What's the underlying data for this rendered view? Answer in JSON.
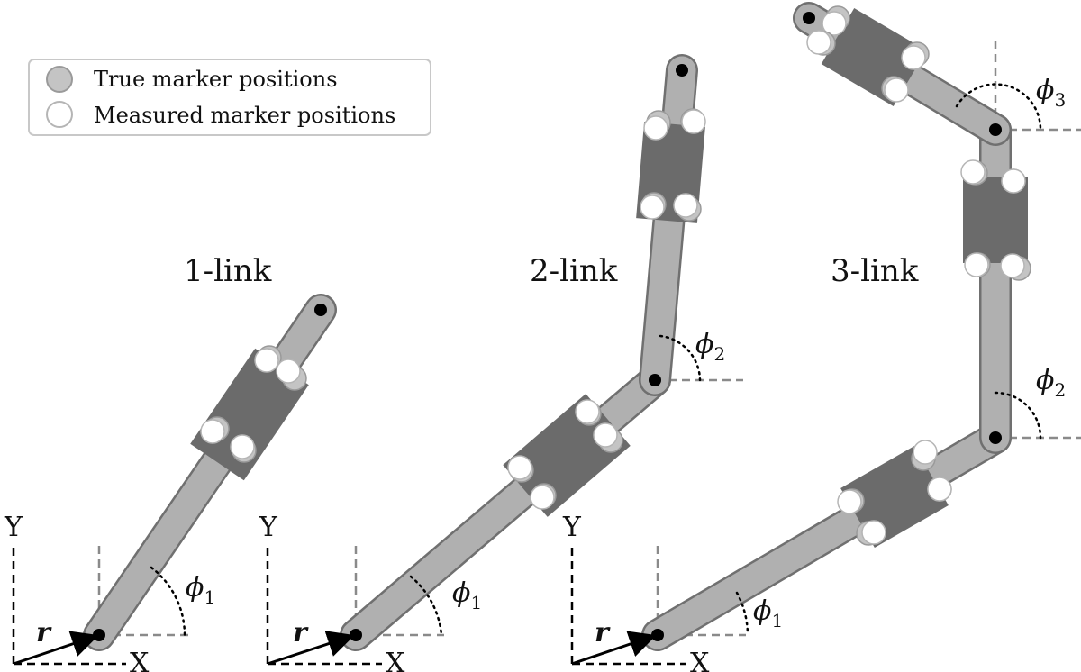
{
  "legend": {
    "true_label": "True marker positions",
    "measured_label": "Measured marker positions"
  },
  "diagrams": [
    {
      "title": "1-link",
      "x_axis": "X",
      "y_axis": "Y",
      "vector": "r",
      "angles": [
        {
          "symbol": "ϕ",
          "index": "1"
        }
      ]
    },
    {
      "title": "2-link",
      "x_axis": "X",
      "y_axis": "Y",
      "vector": "r",
      "angles": [
        {
          "symbol": "ϕ",
          "index": "1"
        },
        {
          "symbol": "ϕ",
          "index": "2"
        }
      ]
    },
    {
      "title": "3-link",
      "x_axis": "X",
      "y_axis": "Y",
      "vector": "r",
      "angles": [
        {
          "symbol": "ϕ",
          "index": "1"
        },
        {
          "symbol": "ϕ",
          "index": "2"
        },
        {
          "symbol": "ϕ",
          "index": "3"
        }
      ]
    }
  ],
  "colors": {
    "link": "#b0b0b0",
    "link_outline": "#707070",
    "marker_plate": "#6b6b6b",
    "true_marker": "#c4c4c4",
    "measured_marker": "#ffffff",
    "reference_line": "#8a8a8a",
    "axis": "#000000"
  }
}
